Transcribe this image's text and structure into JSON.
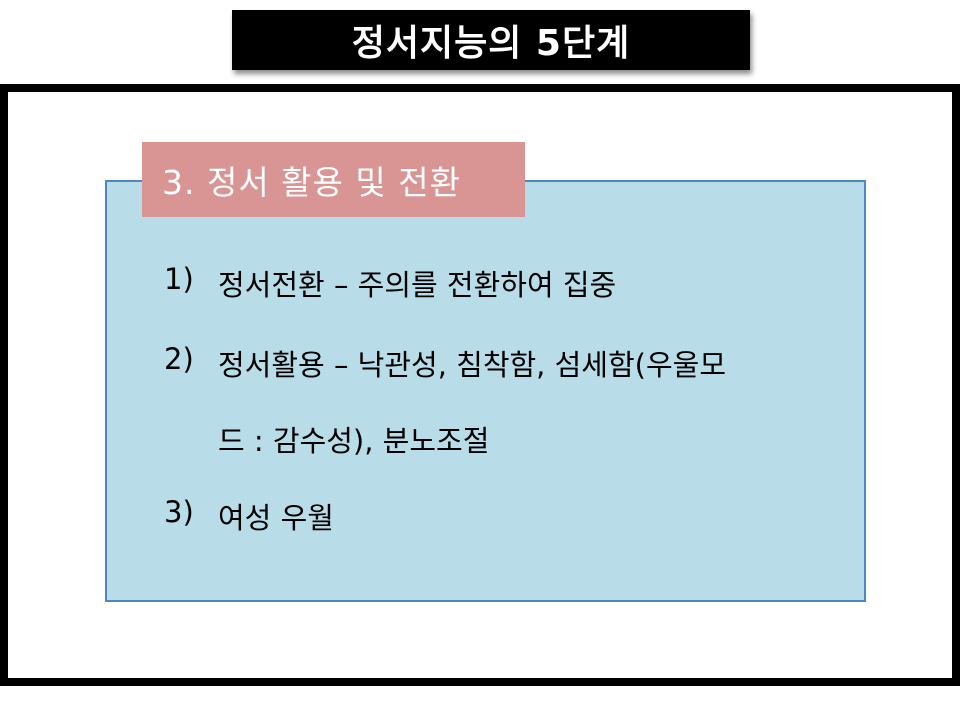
{
  "title": "정서지능의 5단계",
  "section": {
    "label": "3. 정서 활용 및 전환"
  },
  "items": [
    {
      "num": "1)",
      "text": "정서전환 – 주의를 전환하여 집중"
    },
    {
      "num": "2)",
      "text": "정서활용 – 낙관성, 침착함,  섬세함(우울모",
      "cont": "드 : 감수성), 분노조절"
    },
    {
      "num": "3)",
      "text": "여성 우월"
    }
  ]
}
